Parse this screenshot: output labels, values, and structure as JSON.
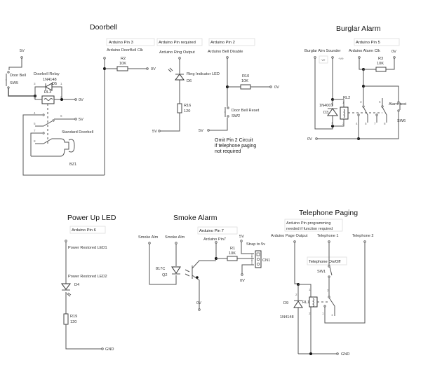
{
  "doorbell": {
    "title": "Doorbell",
    "supply_5v_top": "5V",
    "switch_name": "Door Bell",
    "switch_ref": "SW5",
    "relay_title": "Doorbell Relay",
    "diode_part": "1N4148",
    "diode_ref": "D5",
    "relay_ref": "RL3",
    "out_0v": "0V",
    "out_5v": "5V",
    "buzzer_name": "Standard Doorbell",
    "buzzer_ref": "BZ1",
    "relay_pins": [
      "3",
      "1",
      "2",
      "4",
      "5",
      "6",
      "7",
      "8"
    ],
    "pin3_box": "Arduino Pin 3",
    "pin3_label": "Arduino DoorBell Clk",
    "r2_ref": "R2",
    "r2_val": "10K",
    "r2_0v": "0V",
    "ring_box": "Arduino Pin required",
    "ring_label": "Arduino Ring Output",
    "ring_led_name": "Ring Indicator LED",
    "ring_led_ref": "D6",
    "r16_ref": "R16",
    "r16_val": "120",
    "ring_5v": "5V",
    "pin2_box": "Arduino Pin 2",
    "pin2_label": "Arduino Bell Disable",
    "r10_ref": "R10",
    "r10_val": "10K",
    "r10_0v": "0V",
    "reset_name": "Door Bell Reset",
    "reset_ref": "SW2",
    "reset_5v": "5V",
    "note_lines": [
      "Omit Pin 2 Circuit",
      "if telephone paging",
      "not required"
    ]
  },
  "burglar": {
    "title": "Burglar Alarm",
    "pin5_box": "Arduino Pin 5",
    "sounder_label": "Burglar Alm Sounder",
    "neg": "-ve",
    "pos": "+ve",
    "clk_label": "Arduino Alarm Clk",
    "top_0v": "0V",
    "r3_ref": "R3",
    "r3_val": "10K",
    "relay_ref": "RL2",
    "diode_part": "1N4001",
    "diode_ref": "D3",
    "test_name": "Alarm test",
    "test_ref": "SW6",
    "bottom_0v": "0V",
    "pins": [
      "1",
      "2",
      "3",
      "4",
      "5",
      "6",
      "7",
      "8"
    ]
  },
  "powerup": {
    "title": "Power Up LED",
    "pin6_box": "Arduino Pin 6",
    "led1": "Power Restored LED1",
    "led2": "Power Restored LED2",
    "led_ref": "D4",
    "r19_ref": "R19",
    "r19_val": "120",
    "gnd": "GND"
  },
  "smoke": {
    "title": "Smoke Alarm",
    "in1": "Smoke Alm",
    "in2": "Smoke Alm",
    "opto_part": "817C",
    "opto_ref": "Q2",
    "pin7_box": "Arduino Pin 7",
    "pin7_label": "Arduino Pin7",
    "r1_ref": "R1",
    "r1_val": "10K",
    "top_5v": "5V",
    "strap": "Strap to 5v",
    "header_ref": "CN1",
    "side_0v": "0V",
    "bottom_0v": "0V"
  },
  "telephone": {
    "title": "Telephone Paging",
    "note_lines": [
      "Arduino Pin programming",
      "needed if function required"
    ],
    "page_out": "Arduino Page Output",
    "tel1": "Telephone 1",
    "tel2": "Telephone 2",
    "onoff_box": "Telephone On/Off",
    "sw_ref": "SW1",
    "diode_ref": "D9",
    "diode_part": "1N4148",
    "relay_ref": "RL1",
    "gnd": "GND",
    "pins": [
      "1",
      "2",
      "3",
      "4",
      "5"
    ]
  }
}
